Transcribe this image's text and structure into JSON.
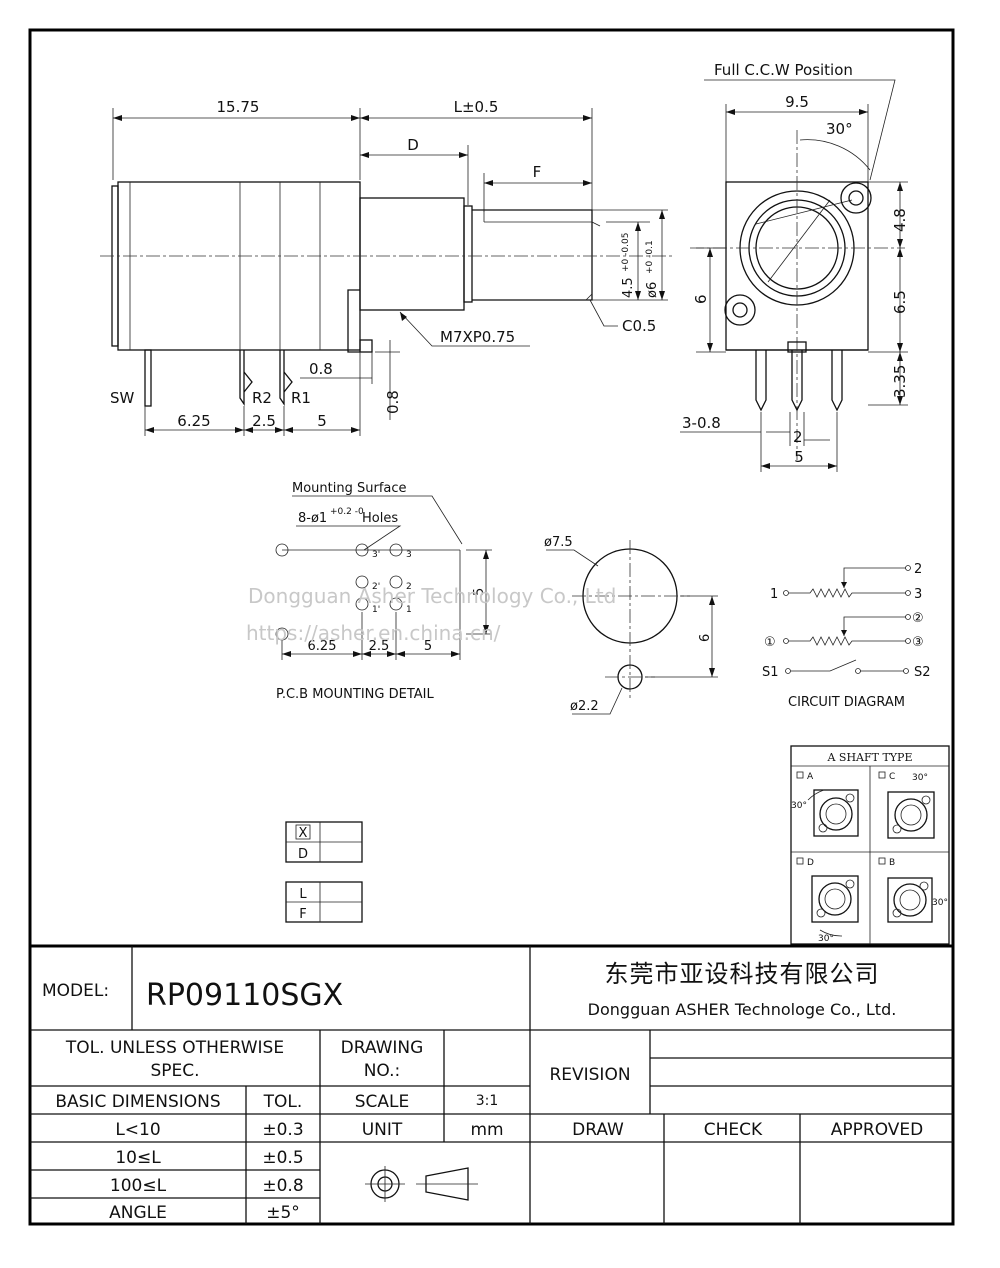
{
  "drawing": {
    "side_view": {
      "dim_body_length": "15.75",
      "dim_shaft_length": "L±0.5",
      "dim_D": "D",
      "dim_F": "F",
      "dim_flat": "4.5",
      "dim_flat_tol": "+0 -0.05",
      "dim_shaft_dia": "ø6",
      "dim_shaft_dia_tol": "+0 -0.1",
      "label_chamfer": "C0.5",
      "label_thread": "M7XP0.75",
      "dim_08_h": "0.8",
      "dim_08_v": "0.8",
      "label_sw": "SW",
      "label_r2": "R2",
      "label_r1": "R1",
      "dim_625": "6.25",
      "dim_25": "2.5",
      "dim_5": "5"
    },
    "front_view": {
      "label_position": "Full C.C.W Position",
      "dim_95": "9.5",
      "dim_angle": "30°",
      "dim_48": "4.8",
      "dim_6": "6",
      "dim_65": "6.5",
      "dim_335": "3.35",
      "dim_3_08": "3-0.8",
      "dim_2": "2",
      "dim_5": "5"
    },
    "pcb_detail": {
      "label_surface": "Mounting Surface",
      "label_holes": "8-ø1",
      "label_holes_tol": "+0.2 -0",
      "label_holes_suffix": "Holes",
      "dim_5": "5",
      "dim_625": "6.25",
      "dim_25": "2.5",
      "dim_5b": "5",
      "caption": "P.C.B MOUNTING DETAIL"
    },
    "panel_cutout": {
      "dim_75": "ø7.5",
      "dim_22": "ø2.2",
      "dim_6": "6"
    },
    "circuit": {
      "caption": "CIRCUIT DIAGRAM",
      "p1": "1",
      "p2": "2",
      "p3": "3",
      "q1": "①",
      "q2": "②",
      "q3": "③",
      "s1": "S1",
      "s2": "S2"
    },
    "shaft_type": {
      "title": "A SHAFT TYPE",
      "types": [
        {
          "label": "A",
          "angle": "30°"
        },
        {
          "label": "C",
          "angle": "30°"
        },
        {
          "label": "D",
          "angle": "30°"
        },
        {
          "label": "B",
          "angle": "30°"
        }
      ]
    },
    "options": {
      "opt1_top": "X",
      "opt1_bot": "D",
      "opt2_top": "L",
      "opt2_bot": "F"
    }
  },
  "watermark": {
    "company": "Dongguan Asher Technology Co., Ltd",
    "url": "https://asher.en.china.cn/"
  },
  "title_block": {
    "model_label": "MODEL:",
    "model_value": "RP09110SGX",
    "company_cn": "东莞市亚设科技有限公司",
    "company_en": "Dongguan ASHER Technologe Co., Ltd.",
    "tol_header_line1": "TOL. UNLESS  OTHERWISE",
    "tol_header_line2": "SPEC.",
    "drawing_no_line1": "DRAWING",
    "drawing_no_line2": "NO.:",
    "revision": "REVISION",
    "basic_dimensions": "BASIC DIMENSIONS",
    "tol": "TOL.",
    "scale_label": "SCALE",
    "scale_value": "3:1",
    "unit_label": "UNIT",
    "unit_value": "mm",
    "draw": "DRAW",
    "check": "CHECK",
    "approved": "APPROVED",
    "rows": [
      {
        "range": "L<10",
        "tol": "±0.3"
      },
      {
        "range": "10≤L",
        "tol": "±0.5"
      },
      {
        "range": "100≤L",
        "tol": "±0.8"
      },
      {
        "range": "ANGLE",
        "tol": "±5°"
      }
    ]
  }
}
